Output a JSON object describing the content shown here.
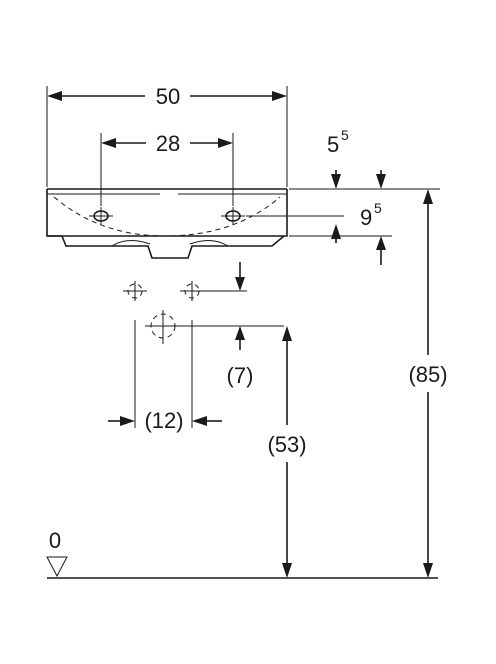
{
  "dimensions": {
    "overall_width": "50",
    "tap_hole_spacing": "28",
    "rim_thickness_base": "5",
    "rim_thickness_exp": "5",
    "tap_hole_drop_base": "9",
    "tap_hole_drop_exp": "5",
    "drain_offset": "(7)",
    "drain_spacing": "(12)",
    "drain_height": "(53)",
    "rim_height": "(85)",
    "floor_level": "0"
  }
}
